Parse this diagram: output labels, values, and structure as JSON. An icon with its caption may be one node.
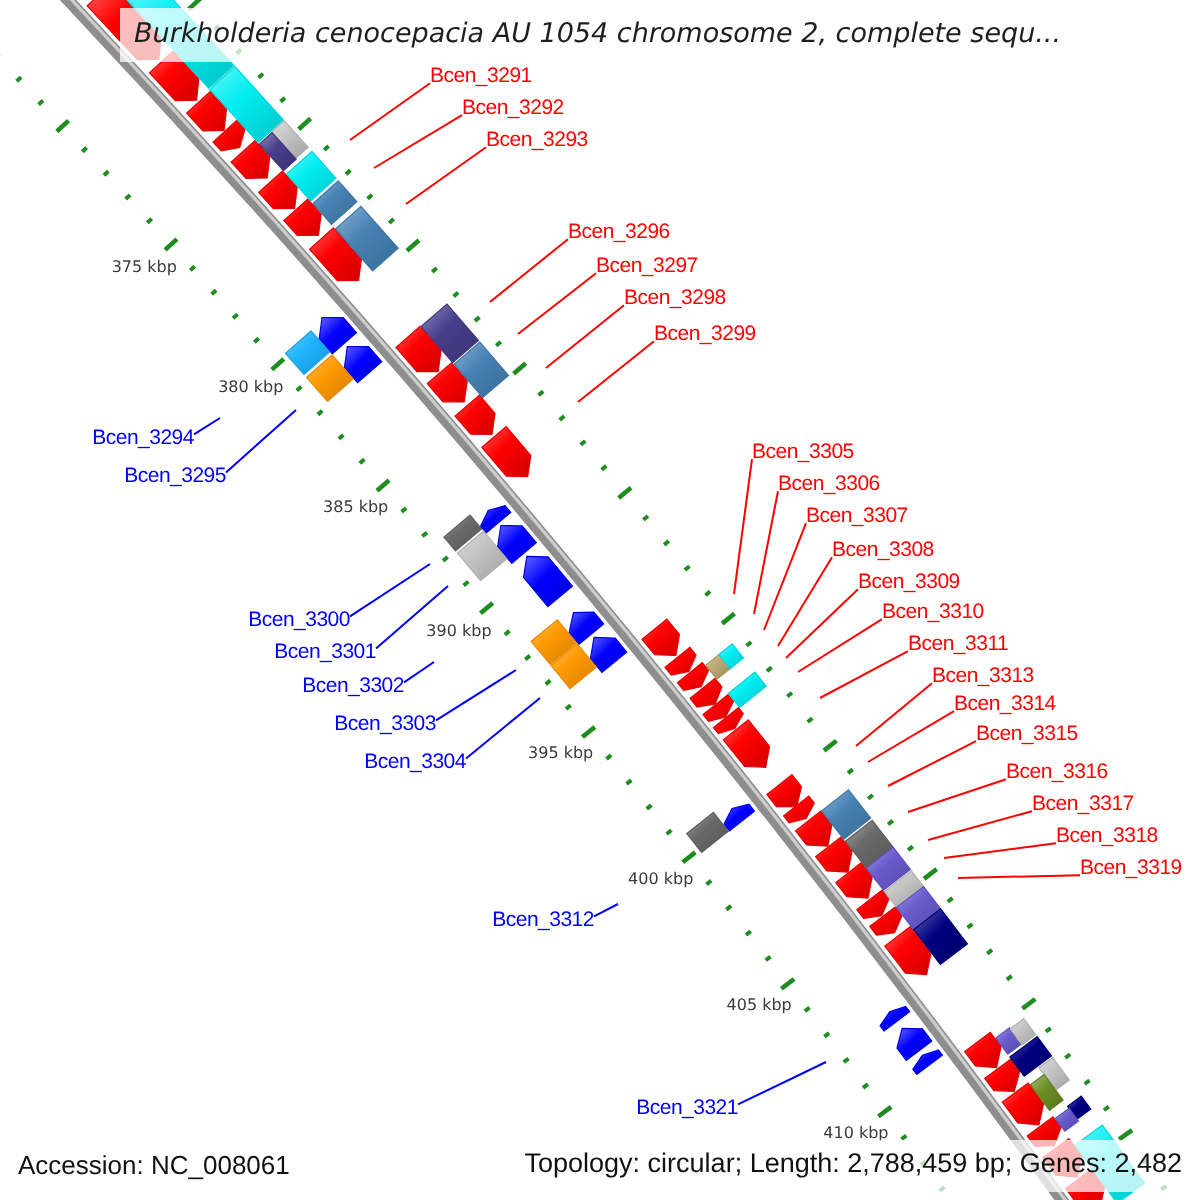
{
  "diagram": {
    "title": "Burkholderia cenocepacia AU 1054 chromosome 2, complete sequ...",
    "nodes": [
      {
        "text": [
          "Bcen_3291"
        ]
      },
      {
        "text": [
          "Bcen_3292"
        ]
      },
      {
        "text": [
          "Bcen_3293"
        ]
      },
      {
        "text": [
          "Bcen_3296"
        ]
      },
      {
        "text": [
          "Bcen_3297"
        ]
      },
      {
        "text": [
          "Bcen_3298"
        ]
      },
      {
        "text": [
          "Bcen_3299"
        ]
      },
      {
        "text": [
          "Bcen_3294"
        ]
      },
      {
        "text": [
          "Bcen_3305"
        ]
      },
      {
        "text": [
          "Bcen_3295"
        ]
      },
      {
        "text": [
          "Bcen_3306"
        ]
      },
      {
        "text": [
          "Bcen_3307"
        ]
      },
      {
        "text": [
          "Bcen_3308"
        ]
      },
      {
        "text": [
          "Bcen_3309"
        ]
      },
      {
        "text": [
          "Bcen_3310"
        ]
      },
      {
        "text": [
          "Bcen_3300"
        ]
      },
      {
        "text": [
          "Bcen_3311"
        ]
      },
      {
        "text": [
          "Bcen_3301"
        ]
      },
      {
        "text": [
          "Bcen_3313"
        ]
      },
      {
        "text": [
          "Bcen_3302"
        ]
      },
      {
        "text": [
          "Bcen_3314"
        ]
      },
      {
        "text": [
          "Bcen_3303"
        ]
      },
      {
        "text": [
          "Bcen_3315"
        ]
      },
      {
        "text": [
          "Bcen_3304"
        ]
      },
      {
        "text": [
          "Bcen_3316"
        ]
      },
      {
        "text": [
          "Bcen_3317"
        ]
      },
      {
        "text": [
          "Bcen_3318"
        ]
      },
      {
        "text": [
          "Bcen_3319"
        ]
      },
      {
        "text": [
          "Bcen_3312"
        ]
      },
      {
        "text": [
          "Bcen_3321"
        ]
      }
    ],
    "edges": [
      {
        "from": 0,
        "to": null,
        "arrow": "none"
      },
      {
        "from": 1,
        "to": null,
        "arrow": "none"
      },
      {
        "from": 2,
        "to": null,
        "arrow": "none"
      },
      {
        "from": 3,
        "to": null,
        "arrow": "none"
      },
      {
        "from": 4,
        "to": null,
        "arrow": "none"
      },
      {
        "from": 5,
        "to": null,
        "arrow": "none"
      },
      {
        "from": 6,
        "to": null,
        "arrow": "none"
      },
      {
        "from": 7,
        "to": null,
        "arrow": "none",
        "color": "#0000ff"
      },
      {
        "from": 8,
        "to": null,
        "arrow": "none"
      },
      {
        "from": 9,
        "to": null,
        "arrow": "none",
        "color": "#0000ff"
      },
      {
        "from": 10,
        "to": null,
        "arrow": "none"
      },
      {
        "from": 11,
        "to": null,
        "arrow": "none"
      },
      {
        "from": 12,
        "to": null,
        "arrow": "none"
      },
      {
        "from": 13,
        "to": null,
        "arrow": "none"
      },
      {
        "from": 14,
        "to": null,
        "arrow": "none"
      },
      {
        "from": 15,
        "to": null,
        "arrow": "none",
        "color": "#0000ff"
      },
      {
        "from": 16,
        "to": null,
        "arrow": "none"
      },
      {
        "from": 17,
        "to": null,
        "arrow": "none",
        "color": "#0000ff"
      },
      {
        "from": 18,
        "to": null,
        "arrow": "none"
      },
      {
        "from": 19,
        "to": null,
        "arrow": "none",
        "color": "#0000ff"
      },
      {
        "from": 20,
        "to": null,
        "arrow": "none"
      },
      {
        "from": 21,
        "to": null,
        "arrow": "none",
        "color": "#0000ff"
      },
      {
        "from": 22,
        "to": null,
        "arrow": "none"
      },
      {
        "from": 23,
        "to": null,
        "arrow": "none",
        "color": "#0000ff"
      },
      {
        "from": 24,
        "to": null,
        "arrow": "none"
      },
      {
        "from": 25,
        "to": null,
        "arrow": "none"
      },
      {
        "from": 26,
        "to": null,
        "arrow": "none"
      },
      {
        "from": 27,
        "to": null,
        "arrow": "none"
      },
      {
        "from": 28,
        "to": null,
        "arrow": "none",
        "color": "#0000ff"
      },
      {
        "from": 29,
        "to": null,
        "arrow": "none",
        "color": "#0000ff"
      }
    ],
    "labels": [
      "375 kbp",
      "380 kbp",
      "385 kbp",
      "390 kbp",
      "395 kbp",
      "400 kbp",
      "405 kbp",
      "410 kbp",
      "Accession: NC_008061",
      "Topology: circular; Length: 2,788,459 bp; Genes: 2,482"
    ]
  }
}
